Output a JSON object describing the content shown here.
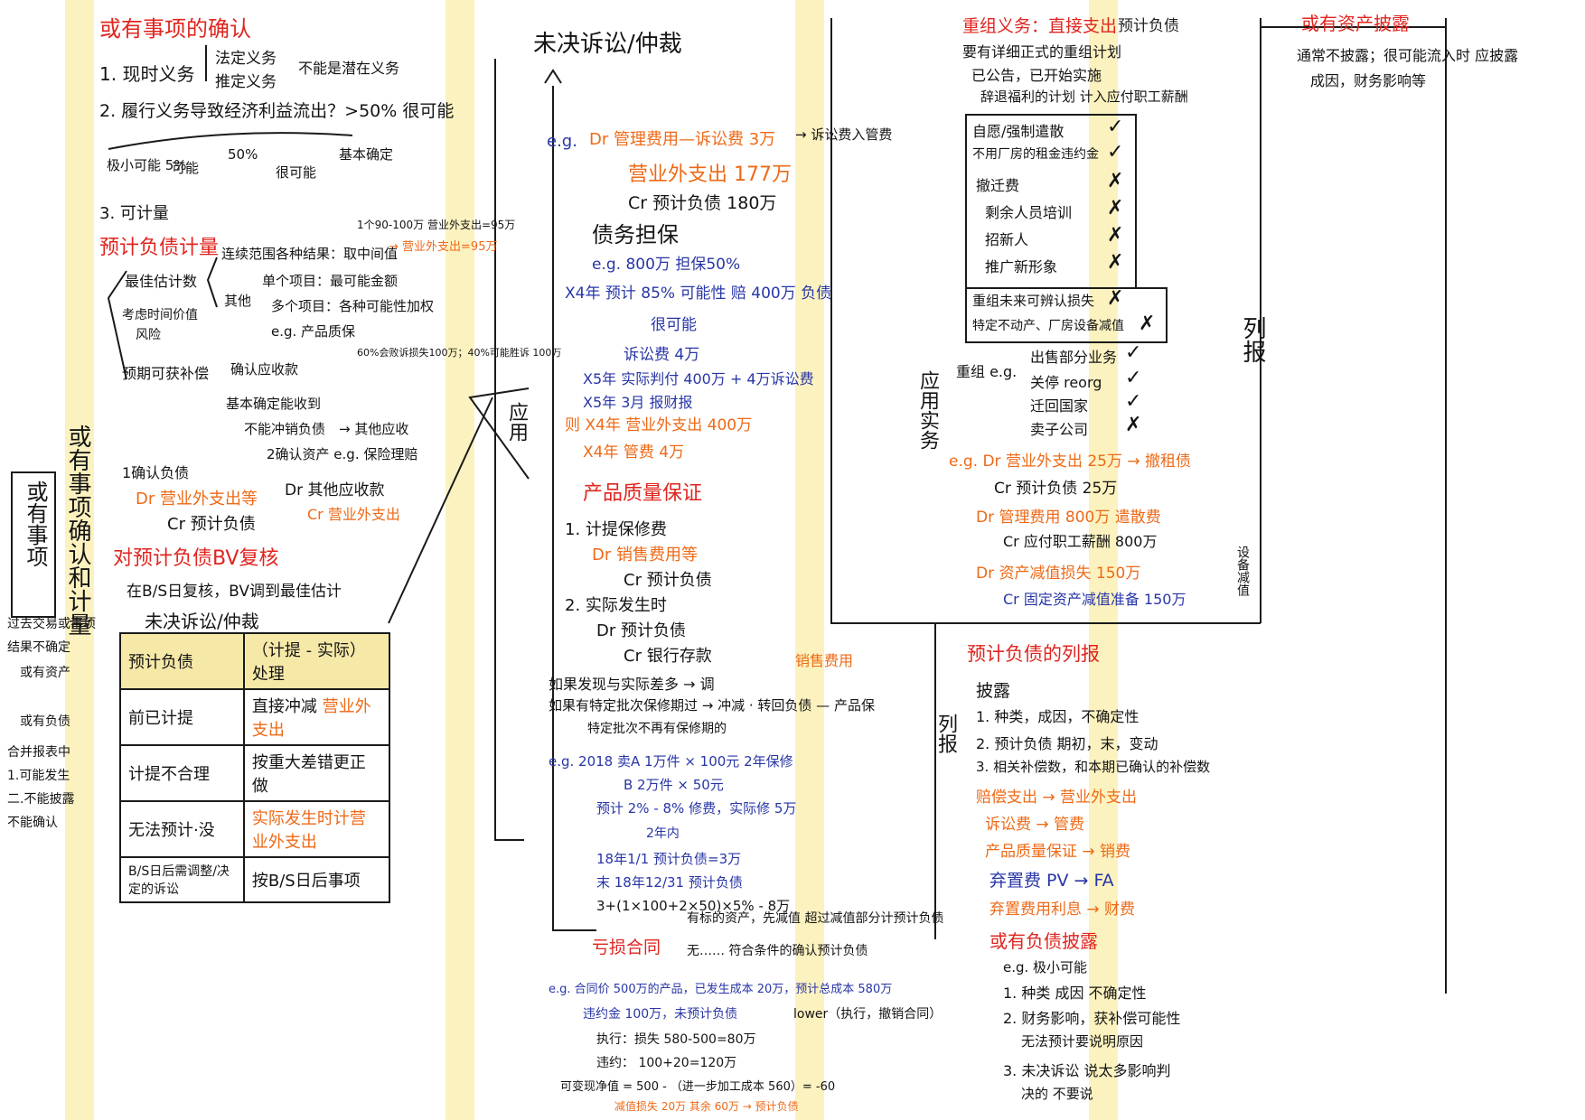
{
  "header": {
    "title": "预计负债"
  },
  "col1": {
    "t1": "或有事项的确认",
    "l1": "1. 现时义务",
    "l1a": "法定义务",
    "l1b": "推定义务",
    "l1c": "不能是潜在义务",
    "l2": "2. 履行义务导致经济利益流出？>50% 很可能",
    "scale": [
      "极小可能 5%",
      "可能",
      "50%",
      "很可能",
      "基本确定"
    ],
    "l3": "3. 可计量",
    "t2": "预计负债计量",
    "m1": "最佳估计数",
    "m2": "连续范围各种结果：取中间值",
    "m3": "其他",
    "m4": "单个项目：最可能金额",
    "m5": "多个项目：各种可能性加权",
    "m6": "e.g. 产品质保",
    "m7": "考虑时间价值",
    "m8": "风险",
    "m9": "预期可获补偿",
    "m10": "确认应收款",
    "m11": "基本确定能收到",
    "m12": "不能冲销负债",
    "m13": "→ 其他应收",
    "m14": "1确认负债",
    "m15": "2确认资产 e.g. 保险理赔",
    "m16": "Dr 营业外支出等",
    "m17": "Cr 预计负债",
    "m18": "Dr 其他应收款",
    "m19": "Cr 营业外支出",
    "m20": "1个90-100万 营业外支出=95万",
    "m21": "→ 营业外支出=95万",
    "m22": "60%会败诉损失100万；40%可能胜诉 100万",
    "t3": "对预计负债BV复核",
    "c1": "在B/S日复核，BV调到最佳估计",
    "tbl_title": "未决诉讼/仲裁",
    "table": {
      "head": [
        "预计负债",
        "（计提 - 实际）处理"
      ],
      "rows": [
        [
          "前已计提",
          "直接冲减",
          "营业外支出"
        ],
        [
          "计提不合理",
          "按重大差错更正做",
          ""
        ],
        [
          "无法预计·没",
          "实际发生时计营业外支出",
          ""
        ],
        [
          "B/S日后需调整/决定的诉讼",
          "按B/S日后事项",
          ""
        ]
      ]
    }
  },
  "left_strip": {
    "box_title": "或有事项",
    "vtitle": "或有事项确认和计量",
    "n1": "过去交易或事项",
    "n2": "结果不确定",
    "n3": "或有资产",
    "n4": "或有负债",
    "n5": "合并报表中",
    "n6": "1.可能发生",
    "n7": "二.不能披露",
    "n8": "不能确认"
  },
  "col2": {
    "t1": "未决诉讼/仲裁",
    "e1": "e.g.",
    "e2": "Dr 管理费用—诉讼费 3万",
    "e3": "→ 诉讼费入管费",
    "e4": "营业外支出 177万",
    "e5": "Cr 预计负债 180万",
    "t2": "债务担保",
    "g1": "e.g. 800万 担保50%",
    "g2": "X4年 预计 85% 可能性 赔 400万 负债",
    "g3": "很可能",
    "g4": "诉讼费 4万",
    "g5": "X5年 实际判付 400万 + 4万诉讼费",
    "g6": "X5年 3月 报财报",
    "g7": "则 X4年 营业外支出 400万",
    "g8": "X4年 管费 4万",
    "vlabel": "应用",
    "t3": "产品质量保证",
    "p1": "1. 计提保修费",
    "p2": "Dr 销售费用等",
    "p3": "Cr 预计负债",
    "p4": "2. 实际发生时",
    "p5": "Dr 预计负债",
    "p6": "Cr 银行存款",
    "p7": "如果发现与实际差多 → 调",
    "p8": "如果有特定批次保修期过 → 冲减 · 转回负债 — 产品保",
    "p9": "销售费用",
    "p10": "特定批次不再有保修期的",
    "q1": "e.g. 2018 卖A 1万件 × 100元  2年保修",
    "q2": "B 2万件 × 50元",
    "q3": "预计 2% - 8% 修费，实际修 5万",
    "q4": "2年内",
    "q5": "18年1/1 预计负债=3万",
    "q6": "末 18年12/31 预计负债",
    "q7": "3+(1×100+2×50)×5% - 8万",
    "t4": "亏损合同",
    "k1": "有标的资产，先减值 超过减值部分计预计负债",
    "k2": "无…… 符合条件的确认预计负债",
    "k3": "e.g. 合同价 500万的产品，已发生成本 20万，预计总成本 580万",
    "k4": "违约金 100万，未预计负债",
    "k5": "lower（执行，撤销合同）",
    "k6": "执行：损失 580-500=80万",
    "k7": "违约： 100+20=120万",
    "k8": "可变现净值 = 500 - （进一步加工成本 560）= -60",
    "k9": "减值损失 20万 其余 60万 → 预计负债"
  },
  "col3": {
    "t1": "重组义务：直接支出",
    "r1": "要有详细正式的重组计划",
    "r2": "已公告，已开始实施",
    "r3": "辞退福利的计划 计入应付职工薪酬",
    "items": [
      {
        "label": "自愿/强制遣散",
        "mark": "✓"
      },
      {
        "label": "不用厂房的租金违约金",
        "mark": "✓"
      },
      {
        "label": "撤迁费",
        "mark": "✗"
      },
      {
        "label": "剩余人员培训",
        "mark": "✗"
      },
      {
        "label": "招新人",
        "mark": "✗"
      },
      {
        "label": "推广新形象",
        "mark": "✗"
      },
      {
        "label": "重组未来可辨认损失",
        "mark": "✗"
      },
      {
        "label": "特定不动产、厂房设备减值",
        "mark": "✗"
      }
    ],
    "s0": "重组 e.g.",
    "s_items": [
      {
        "label": "出售部分业务",
        "mark": "✓"
      },
      {
        "label": "关停 reorg",
        "mark": "✓"
      },
      {
        "label": "迁回国家",
        "mark": "✓"
      },
      {
        "label": "卖子公司",
        "mark": "✗"
      }
    ],
    "vlabel": "应用实务",
    "j1": "e.g. Dr 营业外支出 25万 → 撤租债",
    "j2": "Cr 预计负债 25万",
    "j3": "Dr 管理费用 800万 遣散费",
    "j4": "Cr 应付职工薪酬 800万",
    "j5": "Dr 资产减值损失 150万",
    "j6": "Cr 固定资产减值准备 150万",
    "j7": "设备减值",
    "t2": "预计负债的列报",
    "vlabel2": "列报",
    "d0": "披露",
    "d1": "1. 种类，成因，不确定性",
    "d2": "2. 预计负债 期初，末，变动",
    "d3": "3. 相关补偿数，和本期已确认的补偿数",
    "d4": "赔偿支出 → 营业外支出",
    "d5": "诉讼费 → 管费",
    "d6": "产品质量保证 → 销费",
    "d7": "弃置费 PV → FA",
    "d8": "弃置费用利息 → 财费",
    "t3": "或有负债披露",
    "h0": "e.g. 极小可能",
    "h1": "1. 种类 成因 不确定性",
    "h2": "2. 财务影响，获补偿可能性",
    "h3": "无法预计要说明原因",
    "h4": "3. 未决诉讼 说太多影响判",
    "h5": "决的 不要说"
  },
  "col4": {
    "t1": "或有资产披露",
    "a1": "通常不披露；很可能流入时 应披露",
    "a2": "成因，财务影响等",
    "vlabel": "列报"
  }
}
